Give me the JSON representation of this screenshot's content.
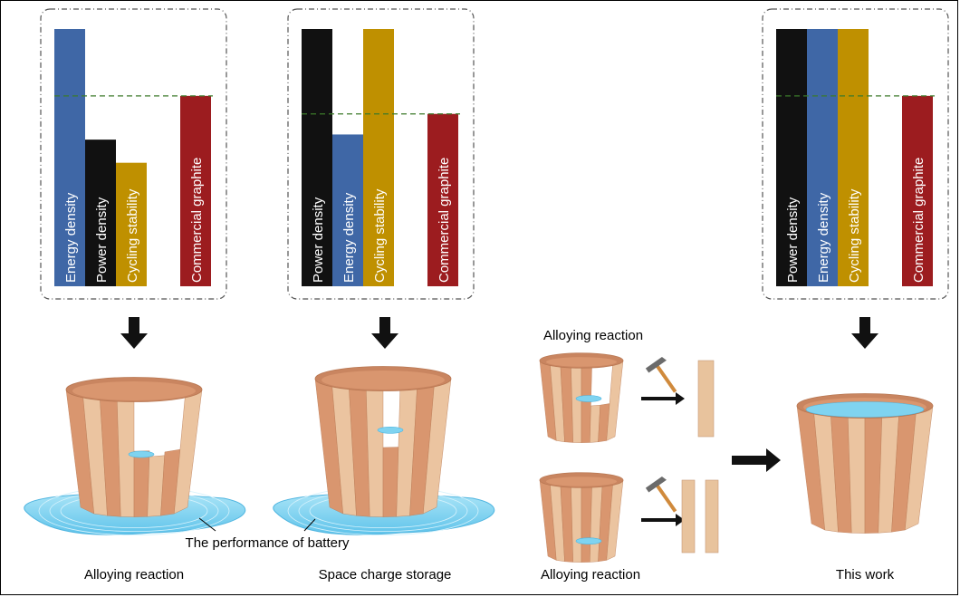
{
  "panels": [
    {
      "id": "alloying",
      "bars": [
        {
          "label": "Energy density",
          "value": 1.0,
          "color": "#3f67a6"
        },
        {
          "label": "Power density",
          "value": 0.57,
          "color": "#111111"
        },
        {
          "label": "Cycling stability",
          "value": 0.48,
          "color": "#bf9000"
        },
        {
          "label": "Commercial graphite",
          "value": 0.74,
          "color": "#9c1c1f",
          "gap_before": true
        }
      ],
      "reference_line": 0.74,
      "caption": "Alloying reaction",
      "water_level": 0.45,
      "leaking": true
    },
    {
      "id": "space-charge",
      "bars": [
        {
          "label": "Power density",
          "value": 1.0,
          "color": "#111111"
        },
        {
          "label": "Energy density",
          "value": 0.59,
          "color": "#3f67a6"
        },
        {
          "label": "Cycling stability",
          "value": 1.0,
          "color": "#bf9000"
        },
        {
          "label": "Commercial graphite",
          "value": 0.67,
          "color": "#9c1c1f",
          "gap_before": true
        }
      ],
      "reference_line": 0.67,
      "caption": "Space charge storage",
      "water_level": 0.6,
      "leaking": true
    },
    {
      "id": "this-work",
      "bars": [
        {
          "label": "Power density",
          "value": 1.0,
          "color": "#111111"
        },
        {
          "label": "Energy density",
          "value": 1.0,
          "color": "#3f67a6"
        },
        {
          "label": "Cycling stability",
          "value": 1.0,
          "color": "#bf9000"
        },
        {
          "label": "Commercial graphite",
          "value": 0.74,
          "color": "#9c1c1f",
          "gap_before": true
        }
      ],
      "reference_line": 0.74,
      "caption": "This work",
      "water_level": 0.95,
      "leaking": false
    }
  ],
  "middle": {
    "top_label": "Alloying reaction",
    "bottom_label": "Alloying reaction"
  },
  "annotation": "The performance of battery",
  "colors": {
    "wood_dark": "#d9966f",
    "wood_light": "#ebc4a0",
    "water": "#7fd3f0",
    "ref_line": "#3c7a2a"
  }
}
